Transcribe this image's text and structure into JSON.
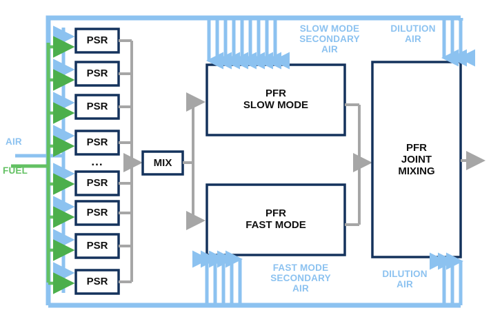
{
  "diagram": {
    "title": "PSR-PFR reactor network schematic",
    "colors": {
      "light_blue": "#8CC2F0",
      "green": "#63C163",
      "navy": "#14325C",
      "gray": "#A6A6A6",
      "text_dark": "#111111"
    },
    "inlet_labels": {
      "air": "AIR",
      "fuel": "FUEL"
    },
    "psr": {
      "label": "PSR",
      "count_shown": 8,
      "ellipsis": "..."
    },
    "mix": {
      "label": "MIX"
    },
    "reactors": [
      {
        "id": "pfr-slow-mode",
        "line1": "PFR",
        "line2": "SLOW MODE"
      },
      {
        "id": "pfr-fast-mode",
        "line1": "PFR",
        "line2": "FAST MODE"
      },
      {
        "id": "pfr-joint-mixing",
        "line1": "PFR",
        "line2": "JOINT",
        "line3": "MIXING"
      }
    ],
    "air_streams": [
      {
        "id": "slow-mode-secondary-air",
        "lines": [
          "SLOW MODE",
          "SECONDARY",
          "AIR"
        ],
        "arrows": 9,
        "direction": "down"
      },
      {
        "id": "dilution-air-top",
        "lines": [
          "DILUTION",
          "AIR"
        ],
        "arrows": 3,
        "direction": "down"
      },
      {
        "id": "fast-mode-secondary-air",
        "lines": [
          "FAST MODE",
          "SECONDARY",
          "AIR"
        ],
        "arrows": 5,
        "direction": "up"
      },
      {
        "id": "dilution-air-bottom",
        "lines": [
          "DILUTION",
          "AIR"
        ],
        "arrows": 3,
        "direction": "up"
      }
    ]
  }
}
